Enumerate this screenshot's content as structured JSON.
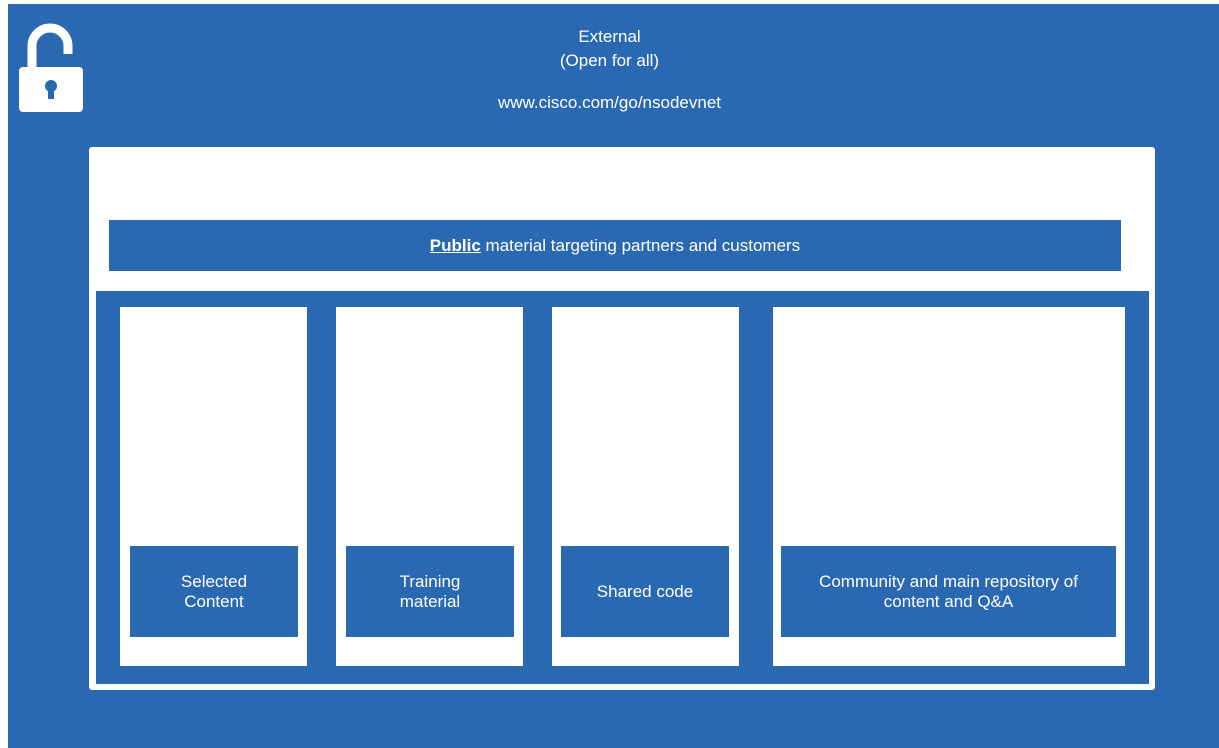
{
  "header": {
    "title": "External",
    "subtitle": "(Open for all)",
    "url": "www.cisco.com/go/nsodevnet"
  },
  "icons": {
    "lock": "unlocked-padlock-icon"
  },
  "banner": {
    "keyword": "Public",
    "text": " material targeting partners and customers"
  },
  "columns": [
    {
      "label": "Selected\nContent"
    },
    {
      "label": "Training\nmaterial"
    },
    {
      "label": "Shared code"
    },
    {
      "label": "Community and main repository of\ncontent and Q&A"
    }
  ],
  "colors": {
    "primary": "#2a68b1",
    "panel": "#ffffff"
  }
}
